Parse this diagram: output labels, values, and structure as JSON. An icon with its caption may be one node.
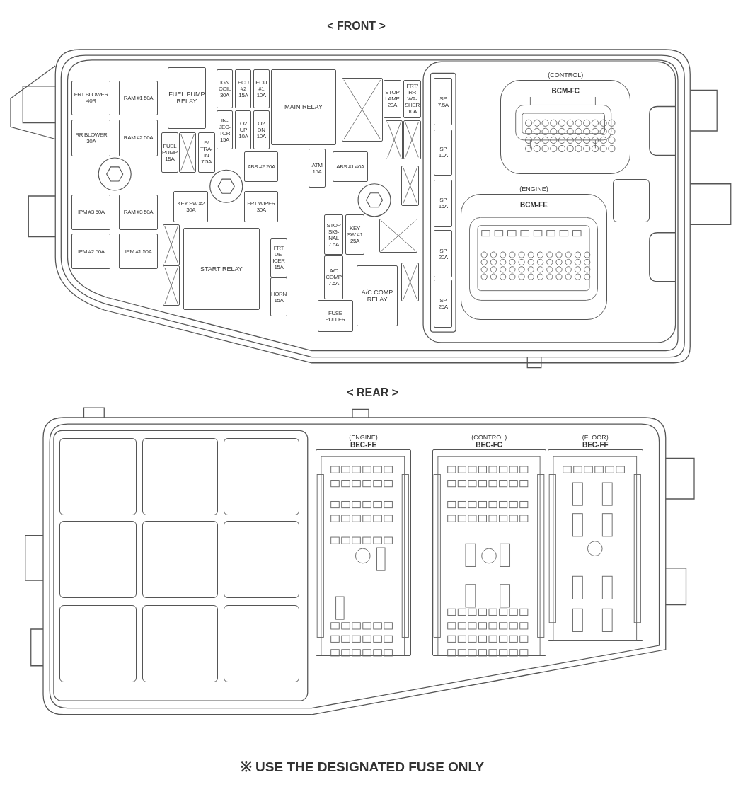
{
  "diagram": {
    "caption": "※ USE THE DESIGNATED FUSE ONLY",
    "nodes": [
      {
        "text": [
          "FRT BLOWER 40R"
        ]
      },
      {
        "text": [
          "RAM #1 50A"
        ]
      },
      {
        "text": [
          "FUEL PUMP RELAY"
        ]
      },
      {
        "text": [
          "IGN COIL 30A"
        ]
      },
      {
        "text": [
          "ECU #2 15A"
        ]
      },
      {
        "text": [
          "ECU #1 10A"
        ]
      },
      {
        "text": [
          "MAIN RELAY"
        ]
      },
      {
        "text": [],
        "shape": "box"
      },
      {
        "text": [
          "STOP LAMP 20A"
        ]
      },
      {
        "text": [
          "FRT/ RR WA- SHER 10A"
        ]
      },
      {
        "text": [
          "SP 7.5A"
        ]
      },
      {
        "text": [
          "(CONTROL)",
          "BCM-FC"
        ]
      },
      {
        "text": [
          "RR BLOWER 30A"
        ]
      },
      {
        "text": [
          "RAM #2 50A"
        ]
      },
      {
        "text": [
          "IN- JEC- TOR 15A"
        ]
      },
      {
        "text": [
          "O2 UP 10A"
        ]
      },
      {
        "text": [
          "O2 DN 10A"
        ]
      },
      {
        "text": [],
        "shape": "box"
      },
      {
        "text": [],
        "shape": "box"
      },
      {
        "text": [
          "FUEL PUMP 15A"
        ]
      },
      {
        "text": [],
        "shape": "box"
      },
      {
        "text": [
          "P/ TRA- IN 7.5A"
        ]
      },
      {
        "text": [
          "SP 10A"
        ]
      },
      {
        "text": [
          "ABS #2 20A"
        ]
      },
      {
        "text": [
          "ATM 15A"
        ]
      },
      {
        "text": [
          "ABS #1 40A"
        ]
      },
      {
        "text": [],
        "shape": "box"
      },
      {
        "text": [],
        "shape": "box"
      },
      {
        "text": [
          "SP 15A"
        ]
      },
      {
        "text": [
          "IPM #3 50A"
        ]
      },
      {
        "text": [
          "RAM #3 50A"
        ]
      },
      {
        "text": [
          "KEY SW #2 30A"
        ]
      },
      {
        "text": [
          "FRT WIPER 30A"
        ]
      },
      {
        "text": [
          "(ENGINE)",
          "BCM-FE"
        ]
      },
      {
        "text": [
          "STOP SIG- NAL 7.5A"
        ]
      },
      {
        "text": [
          "KEY SW #1 25A"
        ]
      },
      {
        "text": [],
        "shape": "box"
      },
      {
        "text": [],
        "shape": "box"
      },
      {
        "text": [
          "START RELAY"
        ]
      },
      {
        "text": [
          "SP 20A"
        ]
      },
      {
        "text": [
          "IPM #2 50A"
        ]
      },
      {
        "text": [
          "IPM #1 50A"
        ]
      },
      {
        "text": [
          "FRT DE- ICER 15A"
        ]
      },
      {
        "text": [
          "A/C COMP 7.5A"
        ]
      },
      {
        "text": [],
        "shape": "box"
      },
      {
        "text": [
          "A/C COMP RELAY"
        ]
      },
      {
        "text": [],
        "shape": "box"
      },
      {
        "text": [
          "HORN 15A"
        ]
      },
      {
        "text": [
          "SP 25A"
        ]
      },
      {
        "text": [
          "FUSE PULLER"
        ]
      },
      {
        "text": [],
        "shape": "box"
      },
      {
        "text": [],
        "shape": "box"
      },
      {
        "text": [],
        "shape": "box"
      },
      {
        "text": [
          "(ENGINE)",
          "BEC-FE"
        ]
      },
      {
        "text": [
          "(CONTROL)",
          "BEC-FC"
        ]
      },
      {
        "text": [
          "(FLOOR)",
          "BEC-FF"
        ]
      },
      {
        "text": [],
        "shape": "box"
      },
      {
        "text": [],
        "shape": "box"
      },
      {
        "text": [],
        "shape": "box"
      },
      {
        "text": [],
        "shape": "box"
      },
      {
        "text": [],
        "shape": "box"
      },
      {
        "text": [],
        "shape": "box"
      }
    ],
    "labels": [
      "< FRONT >",
      "< REAR >"
    ]
  }
}
